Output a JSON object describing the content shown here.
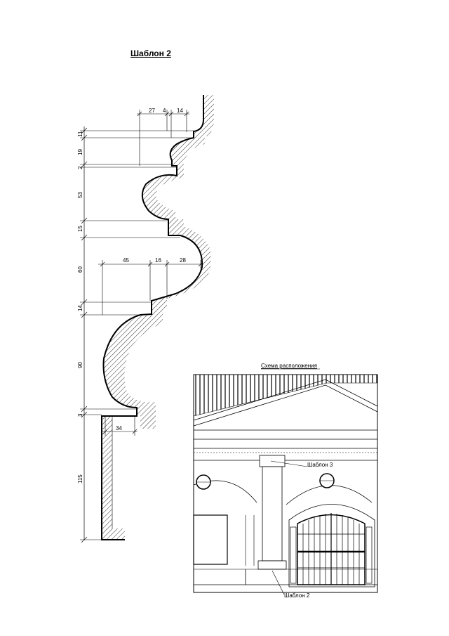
{
  "title": "Шаблон 2",
  "profile_dims": {
    "vertical": [
      "11",
      "19",
      "2",
      "53",
      "15",
      "60",
      "14",
      "90",
      "3",
      "115"
    ],
    "horizontal_top": [
      "27",
      "4",
      "14"
    ],
    "horizontal_mid": [
      "45",
      "16",
      "28"
    ],
    "horizontal_bottom": [
      "34"
    ]
  },
  "inset": {
    "title": "Схема расположения",
    "label_template3": "Шаблон 3",
    "label_template2": "Шаблон 2"
  }
}
